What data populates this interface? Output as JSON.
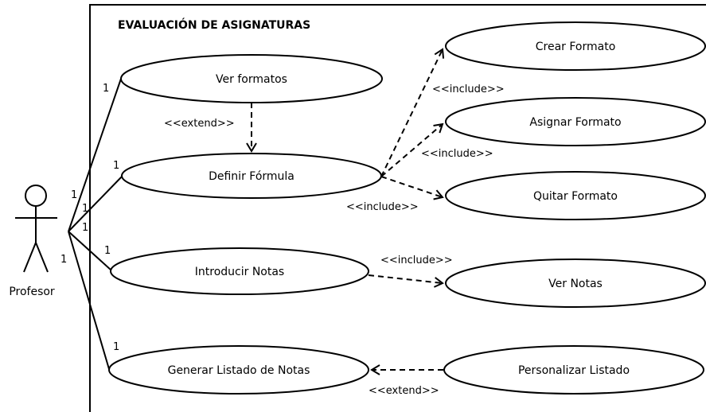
{
  "system": {
    "title": "EVALUACIÓN DE ASIGNATURAS"
  },
  "actor": {
    "name": "Profesor"
  },
  "use_cases": {
    "ver_formatos": "Ver formatos",
    "definir_formula": "Definir Fórmula",
    "introducir_notas": "Introducir Notas",
    "generar_listado": "Generar Listado de Notas",
    "crear_formato": "Crear Formato",
    "asignar_formato": "Asignar Formato",
    "quitar_formato": "Quitar Formato",
    "ver_notas": "Ver Notas",
    "personalizar_listado": "Personalizar Listado"
  },
  "relations": {
    "extend_ver_formatos": "<<extend>>",
    "include_crear": "<<include>>",
    "include_asignar": "<<include>>",
    "include_quitar": "<<include>>",
    "include_ver_notas": "<<include>>",
    "extend_personalizar": "<<extend>>"
  },
  "multiplicities": {
    "ver_formatos": "1",
    "definir_formula": "1",
    "introducir_notas": "1",
    "generar_listado": "1",
    "actor_1": "1",
    "actor_2": "1",
    "actor_3": "1",
    "actor_4": "1"
  }
}
